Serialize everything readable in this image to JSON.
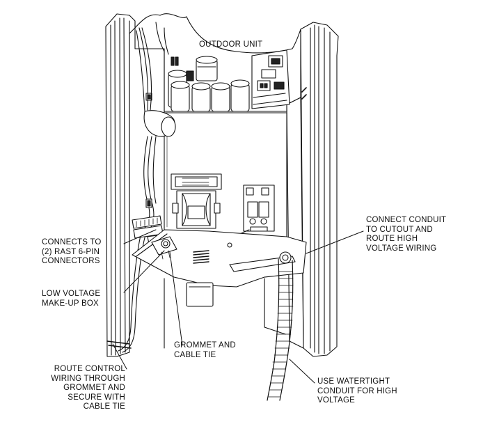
{
  "labels": {
    "outdoor_unit": "OUTDOOR UNIT",
    "connects_to": [
      "CONNECTS TO",
      "(2) RAST 6-PIN",
      "CONNECTORS"
    ],
    "low_voltage": [
      "LOW VOLTAGE",
      "MAKE-UP BOX"
    ],
    "route_control": [
      "ROUTE CONTROL",
      "WIRING THROUGH",
      "GROMMET AND",
      "SECURE WITH",
      "CABLE TIE"
    ],
    "grommet": [
      "GROMMET AND",
      "CABLE TIE"
    ],
    "connect_conduit": [
      "CONNECT CONDUIT",
      "TO CUTOUT AND",
      "ROUTE HIGH",
      "VOLTAGE WIRING"
    ],
    "watertight": [
      "USE WATERTIGHT",
      "CONDUIT FOR HIGH",
      "VOLTAGE"
    ]
  }
}
